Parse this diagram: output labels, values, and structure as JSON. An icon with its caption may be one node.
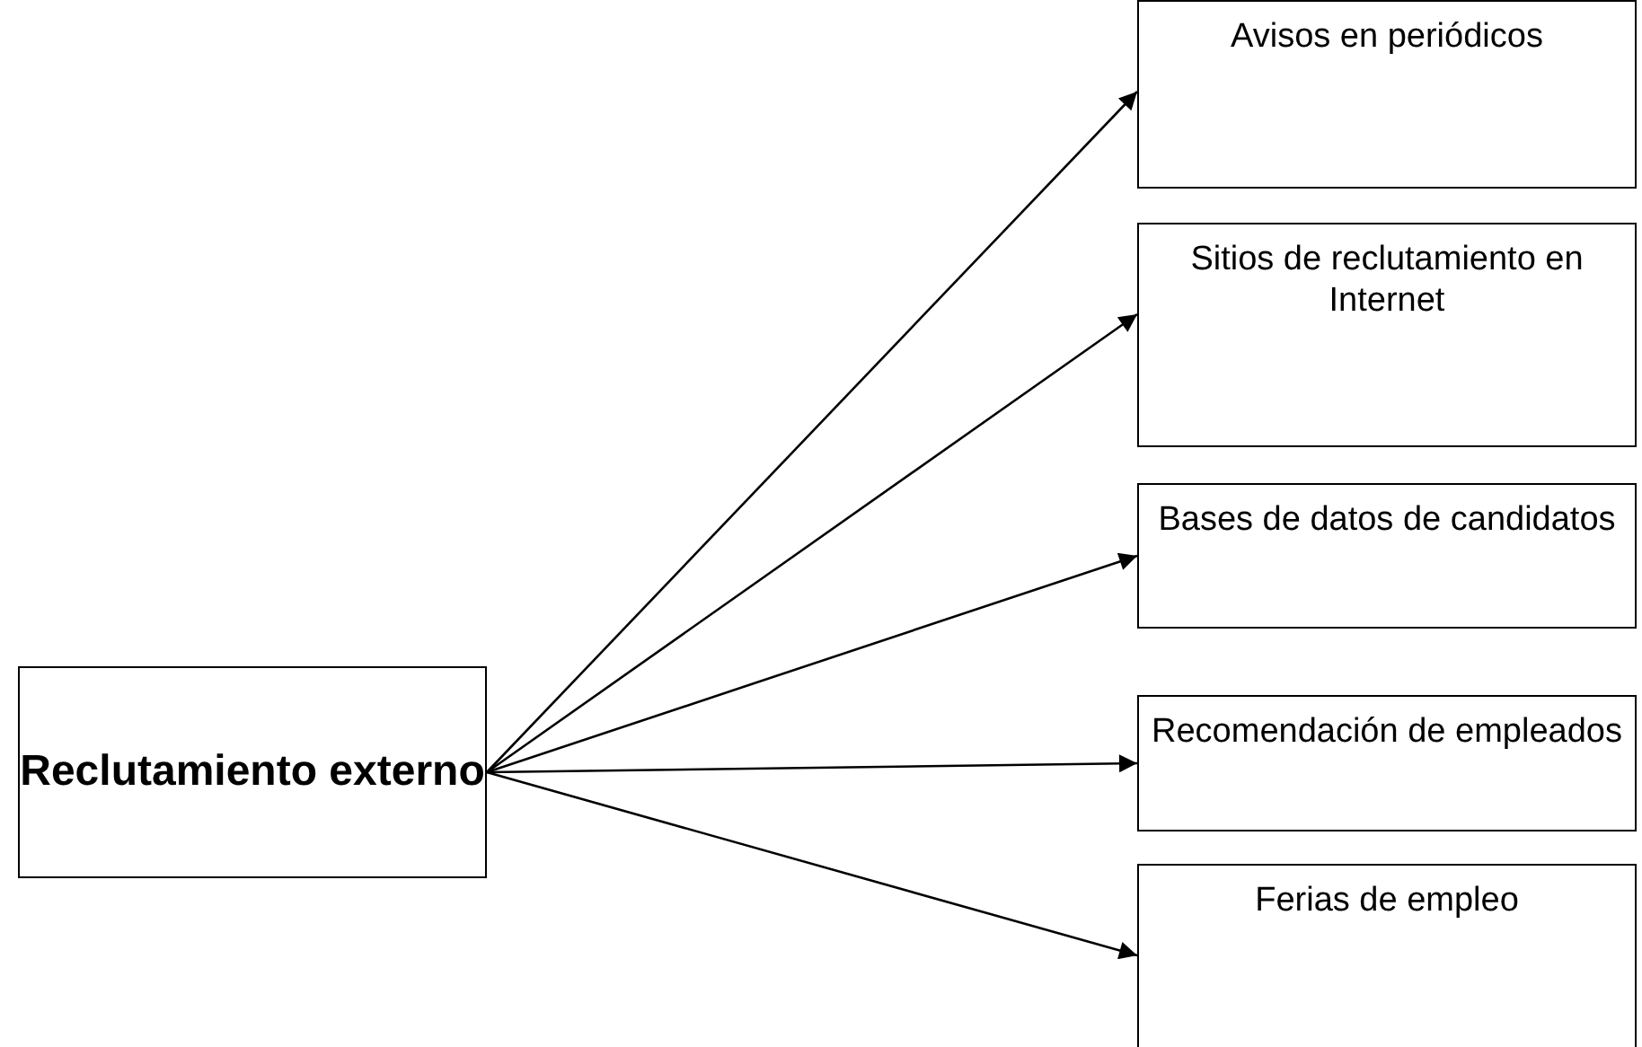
{
  "diagram": {
    "nodes": [
      {
        "text": [
          "Reclutamiento externo"
        ]
      },
      {
        "text": [
          "Avisos en periódicos"
        ]
      },
      {
        "text": [
          "Sitios de reclutamiento en Internet"
        ]
      },
      {
        "text": [
          "Bases de datos de candidatos"
        ]
      },
      {
        "text": [
          "Recomendación de empleados"
        ]
      },
      {
        "text": [
          "Ferias de empleo"
        ]
      }
    ],
    "edges": [
      {
        "from": 0,
        "to": 1,
        "arrow": "to"
      },
      {
        "from": 0,
        "to": 2,
        "arrow": "to"
      },
      {
        "from": 0,
        "to": 3,
        "arrow": "to"
      },
      {
        "from": 0,
        "to": 4,
        "arrow": "to"
      },
      {
        "from": 0,
        "to": 5,
        "arrow": "to"
      }
    ]
  }
}
